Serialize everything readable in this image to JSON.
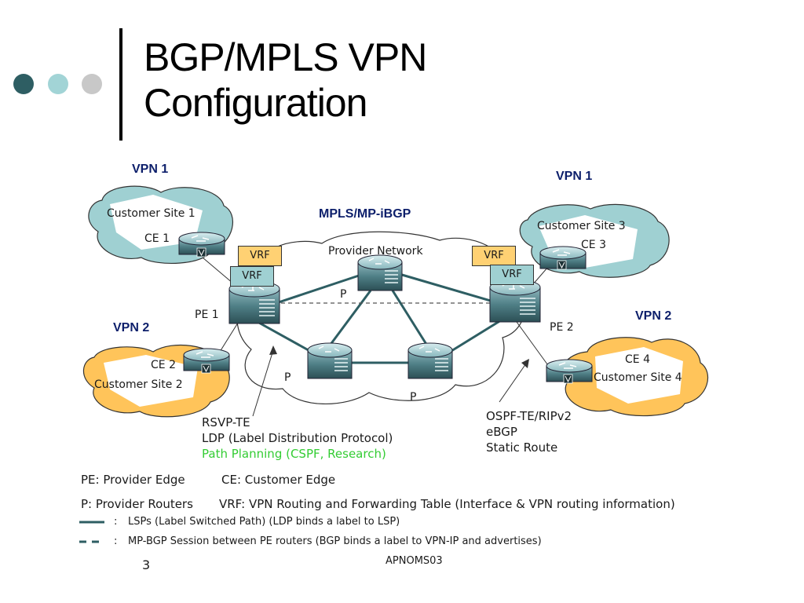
{
  "slide": {
    "title_line1": "BGP/MPLS VPN",
    "title_line2": "Configuration",
    "page_number": "3",
    "footer": "APNOMS03",
    "accent_colors": [
      "#2e5e63",
      "#a2d4d6",
      "#c8c8c8"
    ]
  },
  "diagram": {
    "vpn_labels": {
      "site1": "VPN 1",
      "site3": "VPN 1",
      "site2": "VPN  2",
      "site4": "VPN  2"
    },
    "core_title": "MPLS/MP-iBGP",
    "provider_network": "Provider Network",
    "customer_sites": {
      "site1": "Customer Site 1",
      "site2": "Customer Site 2",
      "site3": "Customer Site 3",
      "site4": "Customer Site 4"
    },
    "ce_labels": {
      "ce1": "CE 1",
      "ce2": "CE 2",
      "ce3": "CE 3",
      "ce4": "CE 4"
    },
    "pe_labels": {
      "pe1": "PE 1",
      "pe2": "PE 2"
    },
    "p_labels": {
      "top": "P",
      "left": "P",
      "bottom": "P"
    },
    "vrf_label": "VRF",
    "site_colors": {
      "vpn1": "#9fd0d2",
      "vpn2": "#ffc45a"
    },
    "annotations": {
      "left": {
        "line1": "RSVP-TE",
        "line2": "LDP (Label Distribution Protocol)",
        "line3": "Path Planning (CSPF, Research)",
        "line3_color": "#33cc33"
      },
      "right": {
        "line1": "OSPF-TE/RIPv2",
        "line2": "eBGP",
        "line3": "Static Route"
      }
    }
  },
  "legend": {
    "pe": "PE: Provider Edge",
    "ce": "CE: Customer Edge",
    "p": "P: Provider Routers",
    "vrf": "VRF: VPN Routing and Forwarding Table (Interface & VPN routing information)",
    "colon1": ":",
    "colon2": ":",
    "lsp": "LSPs (Label Switched Path) (LDP binds a label to LSP)",
    "mpbgp": "MP-BGP Session between PE routers (BGP binds a label to VPN-IP and advertises)"
  }
}
